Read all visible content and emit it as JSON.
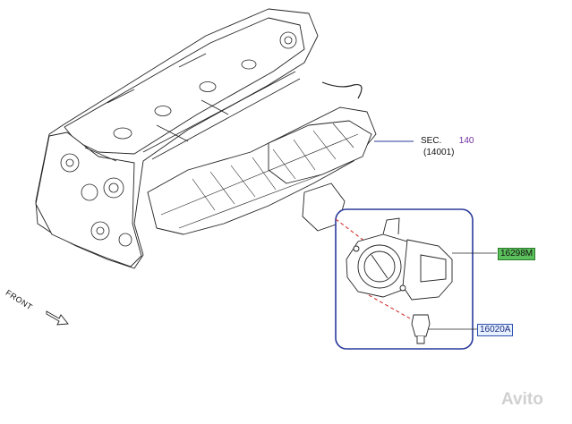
{
  "section_ref": {
    "prefix": "SEC.",
    "number": "140",
    "sub": "(14001)"
  },
  "front_label": "FRONT",
  "parts": [
    {
      "part_no": "16298M",
      "style": "green"
    },
    {
      "part_no": "16020A",
      "style": "blue"
    }
  ],
  "watermark": "Avito",
  "colors": {
    "callout_box": "#2a3a9a",
    "dash_line": "#d02020",
    "tag_green": "#5bbf5b",
    "tag_blue": "#e6f0ff",
    "section_number": "#7030a0"
  }
}
